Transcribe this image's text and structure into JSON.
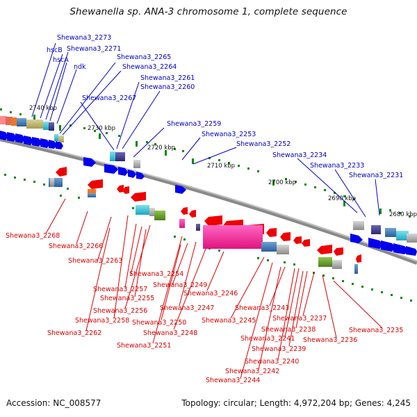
{
  "title": "Shewanella sp. ANA-3 chromosome 1, complete sequence",
  "footer": {
    "accession": "Accession: NC_008577",
    "topology": "Topology: circular; Length: 4,972,204 bp; Genes: 4,245"
  },
  "colors": {
    "forward_label": "#0000cc",
    "reverse_label": "#dd0000",
    "forward_arrow": "#0000ee",
    "reverse_arrow": "#ee0000",
    "tick": "#008800",
    "backbone": "#808080"
  },
  "scale_labels": [
    "2740 kbp",
    "2730 kbp",
    "2720 kbp",
    "2710 kbp",
    "2700 kbp",
    "2690 kbp",
    "2680 kbp"
  ],
  "forward_genes": [
    "Shewana3_2273",
    "hscB",
    "Shewana3_2271",
    "hscA",
    "ndk",
    "Shewana3_2265",
    "Shewana3_2264",
    "Shewana3_2261",
    "Shewana3_2260",
    "Shewana3_2267",
    "Shewana3_2259",
    "Shewana3_2253",
    "Shewana3_2252",
    "Shewana3_2234",
    "Shewana3_2233",
    "Shewana3_2231"
  ],
  "reverse_genes": [
    "Shewana3_2268",
    "Shewana3_2266",
    "Shewana3_2263",
    "Shewana3_2254",
    "Shewana3_2257",
    "Shewana3_2255",
    "Shewana3_2256",
    "Shewana3_2258",
    "Shewana3_2262",
    "Shewana3_2251",
    "Shewana3_2249",
    "Shewana3_2247",
    "Shewana3_2250",
    "Shewana3_2248",
    "Shewana3_2246",
    "Shewana3_2245",
    "Shewana3_2243",
    "Shewana3_2237",
    "Shewana3_2238",
    "Shewana3_2241",
    "Shewana3_2239",
    "Shewana3_2240",
    "Shewana3_2242",
    "Shewana3_2244",
    "Shewana3_2236",
    "Shewana3_2235"
  ]
}
